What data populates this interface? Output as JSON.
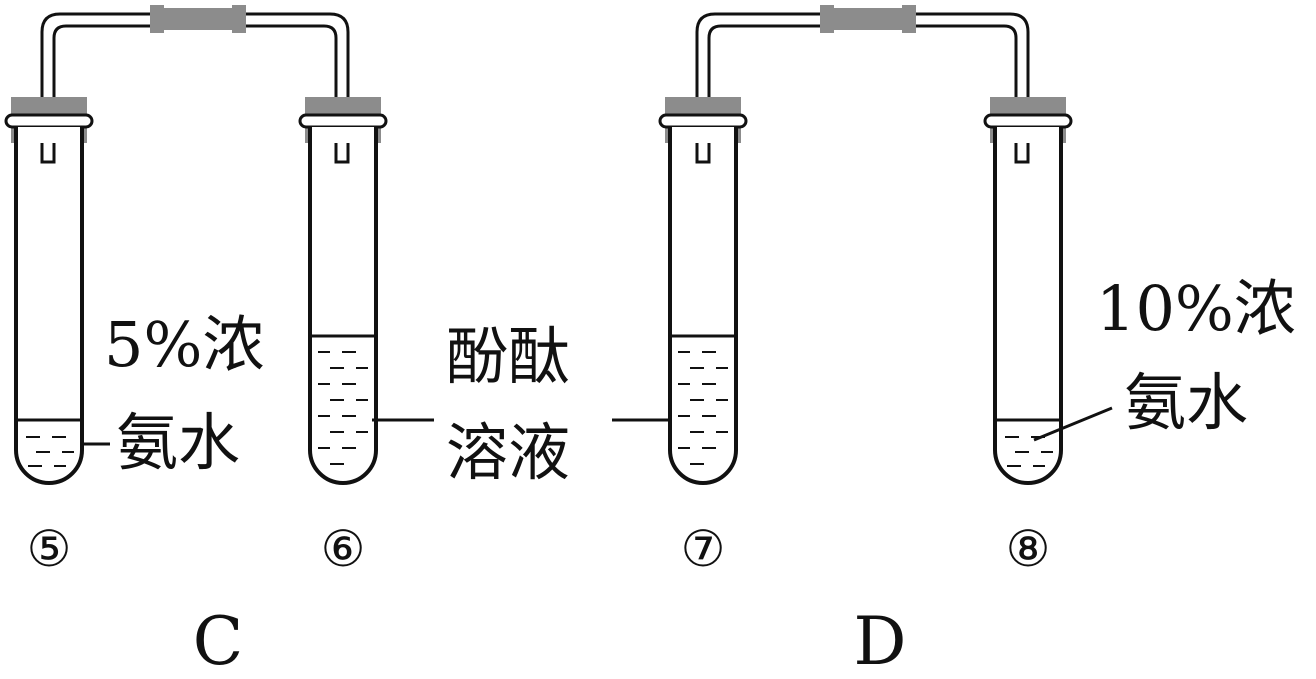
{
  "setups": [
    {
      "caption": "C",
      "tubes": [
        {
          "number": "⑤",
          "liquid": 0.1
        },
        {
          "number": "⑥",
          "liquid": 0.5
        }
      ],
      "labels": {
        "ammonia": [
          "5%浓",
          "氨水"
        ],
        "phenol": [
          "酚酞",
          "溶液"
        ]
      }
    },
    {
      "caption": "D",
      "tubes": [
        {
          "number": "⑦",
          "liquid": 0.5
        },
        {
          "number": "⑧",
          "liquid": 0.1
        }
      ],
      "labels": {
        "ammonia": [
          "10%浓",
          "氨水"
        ]
      }
    }
  ],
  "colors": {
    "ink": "#111111",
    "stopper": "#8c8c8c",
    "tube_fill": "#ffffff"
  }
}
